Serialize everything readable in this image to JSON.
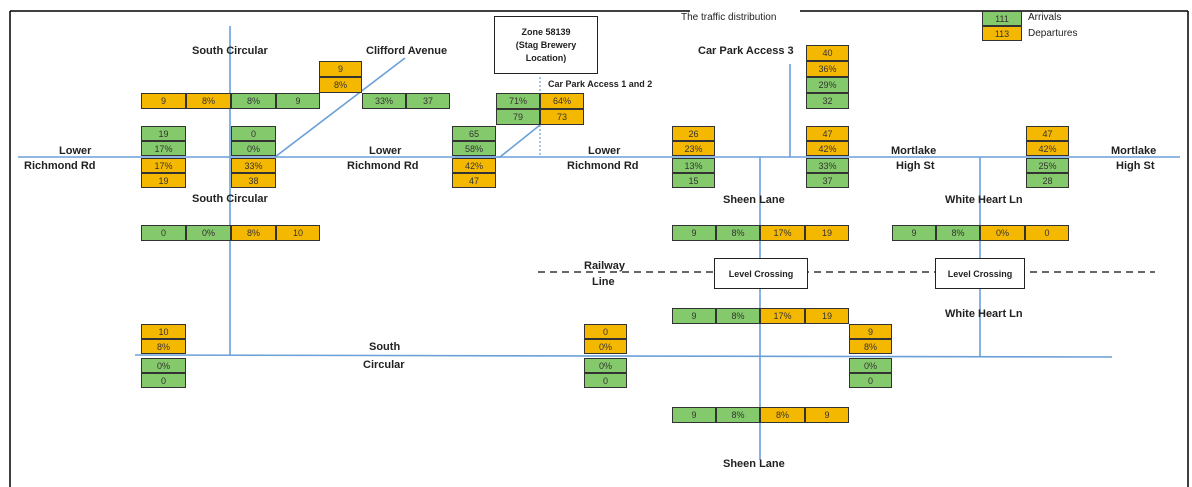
{
  "title": "The traffic distribution",
  "legend": {
    "arrivals_value": "111",
    "arrivals_label": "Arrivals",
    "departures_value": "113",
    "departures_label": "Departures",
    "arrivals_color": "#84c96b",
    "departures_color": "#f5b800"
  },
  "zone": {
    "line1": "Zone 58139",
    "line2": "(Stag Brewery",
    "line3": "Location)"
  },
  "roads": {
    "south_circular": "South Circular",
    "south_circular_word1": "South",
    "south_circular_word2": "Circular",
    "clifford_avenue": "Clifford Avenue",
    "car_park_3": "Car Park Access 3",
    "car_park_12": "Car Park Access 1 and 2",
    "lower": "Lower",
    "richmond_rd": "Richmond Rd",
    "mortlake": "Mortlake",
    "high_st": "High St",
    "sheen_lane": "Sheen Lane",
    "white_heart_ln": "White Heart Ln",
    "railway": "Railway",
    "line": "Line",
    "level_crossing": "Level Crossing"
  },
  "cells": {
    "top_left_row": [
      "9",
      "8%",
      "8%",
      "9"
    ],
    "clifford_stack": [
      "9",
      "8%"
    ],
    "clifford_row": [
      "33%",
      "37"
    ],
    "carpark12_row1": [
      "71%",
      "64%"
    ],
    "carpark12_row2": [
      "79",
      "73"
    ],
    "carpark3_stack": [
      "40",
      "36%",
      "29%",
      "32"
    ],
    "west_stack": [
      "19",
      "17%",
      "17%",
      "19"
    ],
    "sc_north_stack": [
      "0",
      "0%",
      "33%",
      "38"
    ],
    "mid_stack": [
      "65",
      "58%",
      "42%",
      "47"
    ],
    "sheen_west_stack": [
      "26",
      "23%",
      "13%",
      "15"
    ],
    "carpark3_lower_stack": [
      "47",
      "42%",
      "33%",
      "37"
    ],
    "mortlake_stack": [
      "47",
      "42%",
      "25%",
      "28"
    ],
    "sc_mid_row": [
      "0",
      "0%",
      "8%",
      "10"
    ],
    "sheen_row_upper": [
      "9",
      "8%",
      "17%",
      "19"
    ],
    "white_heart_row_upper": [
      "9",
      "8%",
      "0%",
      "0"
    ],
    "sheen_row_lower": [
      "9",
      "8%",
      "17%",
      "19"
    ],
    "sc_south_west_stack": [
      "10",
      "8%",
      "0%",
      "0"
    ],
    "sc_south_mid_stack": [
      "0",
      "0%",
      "0%",
      "0"
    ],
    "sc_south_east_stack": [
      "9",
      "8%",
      "0%",
      "0"
    ],
    "sheen_bottom_row": [
      "9",
      "8%",
      "8%",
      "9"
    ]
  }
}
